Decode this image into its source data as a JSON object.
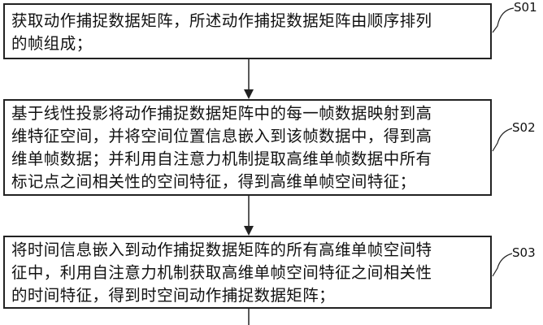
{
  "steps": [
    {
      "id": "S01",
      "text": "获取动作捕捉数据矩阵，所述动作捕捉数据矩阵由顺序排列\n的帧组成；"
    },
    {
      "id": "S02",
      "text": "基于线性投影将动作捕捉数据矩阵中的每一帧数据映射到高\n维特征空间，并将空间位置信息嵌入到该帧数据中，得到高\n维单帧数据；并利用自注意力机制提取高维单帧数据中所有\n标记点之间相关性的空间特征，得到高维单帧空间特征；"
    },
    {
      "id": "S03",
      "text": "将时间信息嵌入到动作捕捉数据矩阵的所有高维单帧空间特\n征中，利用自注意力机制获取高维单帧空间特征之间相关性\n的时间特征，得到时空间动作捕捉数据矩阵；"
    }
  ]
}
